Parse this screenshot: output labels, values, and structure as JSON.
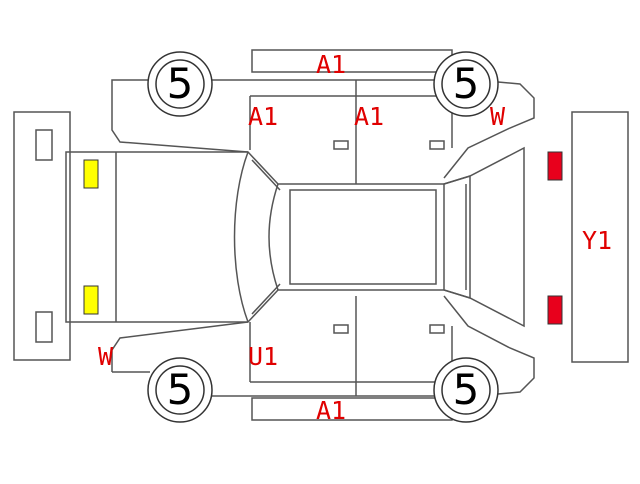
{
  "colors": {
    "outline": "#555555",
    "damage_text": "#e00000",
    "front_lamp": "#ffff00",
    "rear_lamp": "#e8001c"
  },
  "tires": {
    "front_left": "5",
    "rear_left": "5",
    "front_right": "5",
    "rear_right": "5"
  },
  "damage": {
    "top_roof": "A1",
    "top_front_door": "A1",
    "top_rear_door": "A1",
    "top_rear_fender": "W",
    "rear_bumper": "Y1",
    "front_bumper_bottom": "W",
    "bottom_front_door": "U1",
    "bottom_rocker": "A1"
  }
}
